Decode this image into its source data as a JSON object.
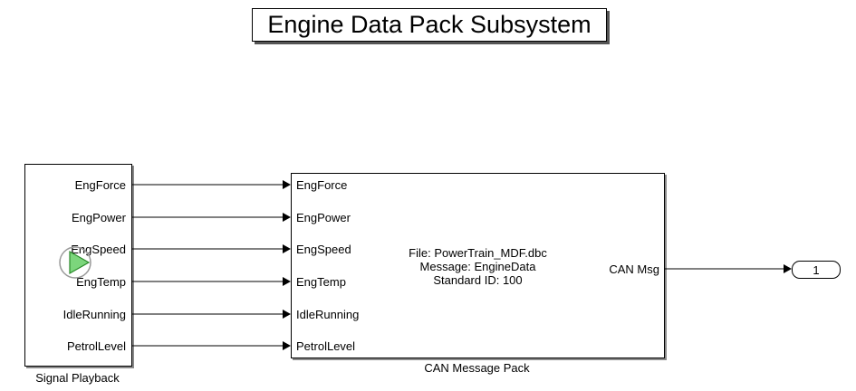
{
  "title": "Engine Data Pack Subsystem",
  "signal_playback": {
    "name": "Signal Playback",
    "ports": [
      "EngForce",
      "EngPower",
      "EngSpeed",
      "EngTemp",
      "IdleRunning",
      "PetrolLevel"
    ]
  },
  "can_pack": {
    "name": "CAN Message Pack",
    "inputs": [
      "EngForce",
      "EngPower",
      "EngSpeed",
      "EngTemp",
      "IdleRunning",
      "PetrolLevel"
    ],
    "output": "CAN Msg",
    "info": {
      "file": "File: PowerTrain_MDF.dbc",
      "message": "Message: EngineData",
      "standard_id": "Standard ID: 100"
    }
  },
  "outport": {
    "label": "1"
  },
  "icons": {
    "playback": "play-icon"
  },
  "colors": {
    "play_fill": "#7cd67c",
    "play_stroke": "#2a8a2a"
  }
}
